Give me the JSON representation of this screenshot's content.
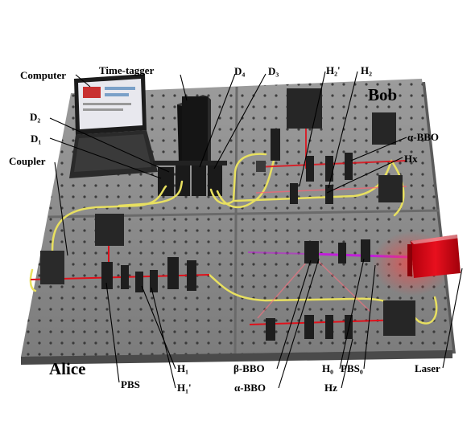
{
  "labels": {
    "computer": "Computer",
    "time_tagger": "Time-tagger",
    "d4": "D₄",
    "d3": "D₃",
    "d2": "D₂",
    "d1": "D₁",
    "coupler": "Coupler",
    "h2_prime": "H₂'",
    "h2": "H₂",
    "bob": "Bob",
    "alpha_bbo_top": "α-BBO",
    "hx": "Hx",
    "alice": "Alice",
    "pbs": "PBS",
    "h1": "H₁",
    "h1_prime": "H₁'",
    "beta_bbo": "β-BBO",
    "alpha_bbo_bottom": "α-BBO",
    "h0": "H₀",
    "pbs0": "PBS₀",
    "hz": "Hz",
    "laser": "Laser"
  },
  "colors": {
    "table": "#8d8d8d",
    "table_edge": "#5e5e5e",
    "fiber": "#e8e060",
    "beam_red": "#e0101a",
    "beam_violet": "#c020d8",
    "laser_body": "#d40010"
  },
  "icons": {
    "computer": "laptop-icon",
    "time_tagger": "box-icon",
    "detectors": "detector-icon",
    "laser": "laser-icon"
  }
}
